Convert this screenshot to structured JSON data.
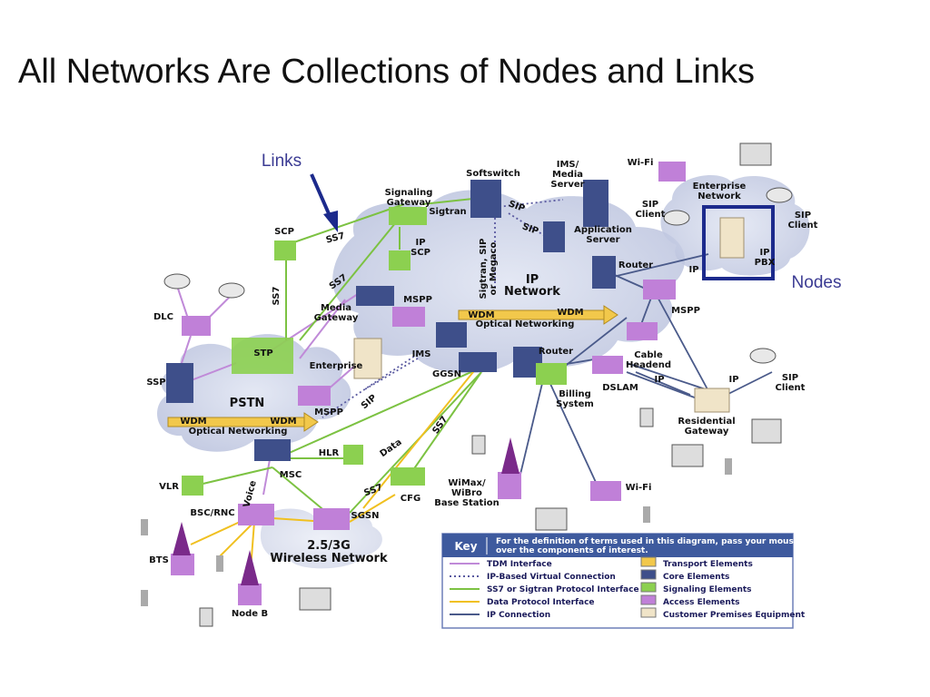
{
  "title": "All Networks Are Collections of Nodes and Links",
  "callouts": {
    "links": "Links",
    "nodes": "Nodes"
  },
  "colors": {
    "tdm": "#c08ad8",
    "ip_virtual": "#5a5aa0",
    "ss7": "#7cc242",
    "data": "#f0c020",
    "ip": "#4a5a8a",
    "callout": "#1c2a8c"
  },
  "clouds": {
    "pstn": "PSTN",
    "ip_network": "IP\nNetwork",
    "wireless": "2.5/3G\nWireless Network"
  },
  "nodes": {
    "softswitch": "Softswitch",
    "ims_media_server": "IMS/\nMedia\nServer",
    "wifi_top": "Wi-Fi",
    "enterprise_network": "Enterprise\nNetwork",
    "signaling_gateway": "Signaling\nGateway",
    "sigtran": "Sigtran",
    "sip_a": "SIP",
    "sip_b": "SIP",
    "application_server": "Application\nServer",
    "sip_client_1": "SIP\nClient",
    "sip_client_2": "SIP\nClient",
    "ip_pbx": "IP\nPBX",
    "scp": "SCP",
    "ip_scp": "IP\nSCP",
    "router_top": "Router",
    "ip_label_1": "IP",
    "mspp_right": "MSPP",
    "dlc": "DLC",
    "media_gateway": "Media\nGateway",
    "mspp_center": "MSPP",
    "wdm_1": "WDM",
    "wdm_2": "WDM",
    "optical_networking_1": "Optical Networking",
    "stp": "STP",
    "enterprise": "Enterprise",
    "ims": "IMS",
    "router_center": "Router",
    "cable_headend": "Cable\nHeadend",
    "ssp": "SSP",
    "ggsn": "GGSN",
    "dslam": "DSLAM",
    "ip_label_2": "IP",
    "ip_label_3": "IP",
    "sip_client_3": "SIP\nClient",
    "billing_system": "Billing\nSystem",
    "residential_gateway": "Residential\nGateway",
    "mspp_left": "MSPP",
    "wdm_3": "WDM",
    "wdm_4": "WDM",
    "optical_networking_2": "Optical Networking",
    "hlr": "HLR",
    "msc": "MSC",
    "vlr": "VLR",
    "wimax": "WiMax/\nWiBro\nBase Station",
    "wifi_bottom": "Wi-Fi",
    "cfg": "CFG",
    "sgsn": "SGSN",
    "bsc_rnc": "BSC/RNC",
    "bts": "BTS",
    "node_b": "Node B",
    "voice": "Voice",
    "link_ss7_1": "SS7",
    "link_ss7_2": "SS7",
    "link_ss7_3": "SS7",
    "link_ss7_4": "SS7",
    "link_ss7_5": "SS7",
    "link_sip": "SIP",
    "link_data": "Data",
    "link_sigtran_stack": "Sigtran, SIP\nor Megaco"
  },
  "key": {
    "heading": "Key",
    "description": "For the definition of terms used in this diagram, pass your mouse\nover the components of interest.",
    "links": [
      {
        "label": "TDM Interface",
        "color": "#c08ad8",
        "style": "solid"
      },
      {
        "label": "IP-Based Virtual Connection",
        "color": "#5a5aa0",
        "style": "dotted"
      },
      {
        "label": "SS7 or Sigtran Protocol Interface",
        "color": "#7cc242",
        "style": "solid"
      },
      {
        "label": "Data Protocol Interface",
        "color": "#f0c020",
        "style": "solid"
      },
      {
        "label": "IP Connection",
        "color": "#4a5a8a",
        "style": "solid"
      }
    ],
    "elements": [
      {
        "label": "Transport Elements",
        "color": "#f2c84b"
      },
      {
        "label": "Core Elements",
        "color": "#3e4f8a"
      },
      {
        "label": "Signaling Elements",
        "color": "#8cd050"
      },
      {
        "label": "Access Elements",
        "color": "#c080d8"
      },
      {
        "label": "Customer Premises Equipment",
        "color": "#f0e4c8"
      }
    ]
  }
}
